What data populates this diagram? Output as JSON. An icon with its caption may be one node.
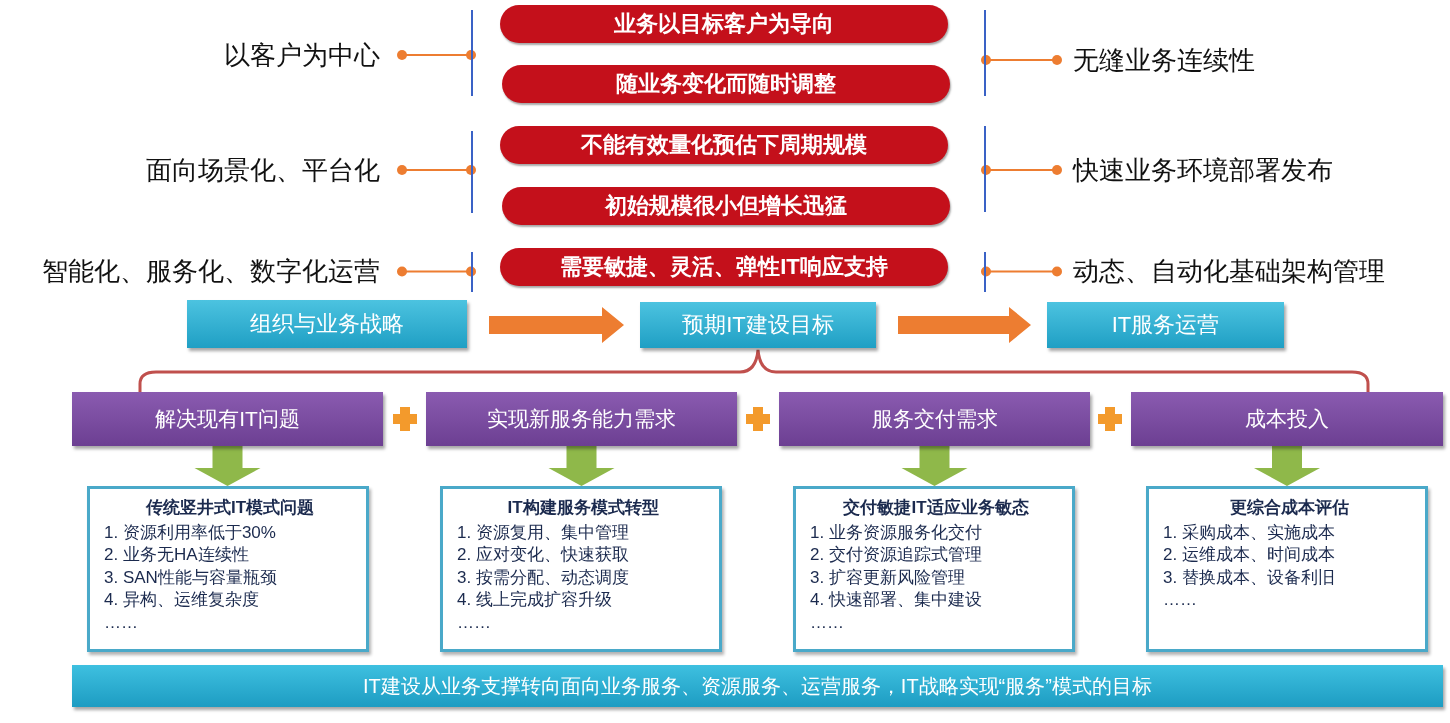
{
  "diagram": {
    "nodes": [
      {
        "text": [
          "以客户为中心"
        ]
      },
      {
        "text": [],
        "shape": "bar"
      },
      {
        "text": [
          "业务以目标客户为导向"
        ]
      },
      {
        "text": [
          "随业务变化而随时调整"
        ]
      },
      {
        "text": [],
        "shape": "bar"
      },
      {
        "text": [
          "无缝业务连续性"
        ]
      },
      {
        "text": [
          "面向场景化、平台化"
        ]
      },
      {
        "text": [],
        "shape": "bar"
      },
      {
        "text": [
          "不能有效量化预估下周期规模"
        ]
      },
      {
        "text": [
          "初始规模很小但增长迅猛"
        ]
      },
      {
        "text": [],
        "shape": "bar"
      },
      {
        "text": [
          "快速业务环境部署发布"
        ]
      },
      {
        "text": [
          "智能化、服务化、数字化运营"
        ]
      },
      {
        "text": [],
        "shape": "bar"
      },
      {
        "text": [
          "需要敏捷、灵活、弹性IT响应支持"
        ]
      },
      {
        "text": [],
        "shape": "bar"
      },
      {
        "text": [
          "动态、自动化基础架构管理"
        ]
      },
      {
        "text": [
          "组织与业务战略"
        ]
      },
      {
        "text": [
          "预期IT建设目标"
        ]
      },
      {
        "text": [
          "IT服务运营"
        ]
      },
      {
        "text": [
          "解决现有IT问题"
        ]
      },
      {
        "text": [
          "实现新服务能力需求"
        ]
      },
      {
        "text": [
          "服务交付需求"
        ]
      },
      {
        "text": [
          "成本投入"
        ]
      },
      {
        "text": [
          "传统竖井式IT模式问题",
          "1. 资源利用率低于30%",
          "2. 业务无HA连续性",
          "3. SAN性能与容量瓶颈",
          "4. 异构、运维复杂度",
          "……"
        ]
      },
      {
        "text": [
          "IT构建服务模式转型",
          "1. 资源复用、集中管理",
          "2. 应对变化、快速获取",
          "3. 按需分配、动态调度",
          "4. 线上完成扩容升级",
          "……"
        ]
      },
      {
        "text": [
          "交付敏捷IT适应业务敏态",
          "1. 业务资源服务化交付",
          "2. 交付资源追踪式管理",
          "3. 扩容更新风险管理",
          "4. 快速部署、集中建设",
          "……"
        ]
      },
      {
        "text": [
          "更综合成本评估",
          "1. 采购成本、实施成本",
          "2. 运维成本、时间成本",
          "3. 替换成本、设备利旧",
          "……"
        ]
      },
      {
        "text": [
          "IT建设从业务支撑转向面向业务服务、资源服务、运营服务，IT战略实现“服务”模式的目标"
        ]
      }
    ],
    "edges": [
      {
        "from": 0,
        "to": 1,
        "arrow": "other"
      },
      {
        "from": 4,
        "to": 5,
        "arrow": "other"
      },
      {
        "from": 6,
        "to": 7,
        "arrow": "other"
      },
      {
        "from": 10,
        "to": 11,
        "arrow": "other"
      },
      {
        "from": 12,
        "to": 13,
        "arrow": "other"
      },
      {
        "from": 15,
        "to": 16,
        "arrow": "other"
      },
      {
        "from": 17,
        "to": 18,
        "arrow": "to",
        "style": "thick"
      },
      {
        "from": 18,
        "to": 19,
        "arrow": "to",
        "style": "thick"
      },
      {
        "from": 20,
        "to": 24,
        "arrow": "to",
        "style": "thick",
        "color": "#8fb84a"
      },
      {
        "from": 21,
        "to": 25,
        "arrow": "to",
        "style": "thick",
        "color": "#8fb84a"
      },
      {
        "from": 22,
        "to": 26,
        "arrow": "to",
        "style": "thick",
        "color": "#8fb84a"
      },
      {
        "from": 23,
        "to": 27,
        "arrow": "to",
        "style": "thick",
        "color": "#8fb84a"
      }
    ]
  }
}
